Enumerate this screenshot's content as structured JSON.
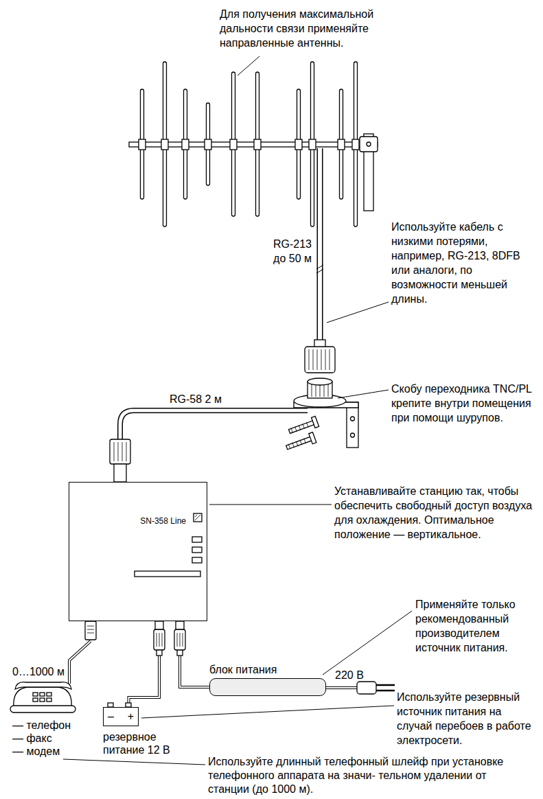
{
  "diagram": {
    "nodes": [
      {
        "text": [
          "SN-358 Line"
        ]
      },
      {
        "text": [
          "блок питания"
        ]
      },
      {
        "text": [
          "–",
          "+"
        ]
      }
    ],
    "edges": [
      {
        "from": 1,
        "to": 0,
        "arrow": "none"
      },
      {
        "from": 2,
        "to": 0,
        "arrow": "none"
      }
    ],
    "labels": [
      "Для получения максимальной дальности связи применяйте направленные антенны.",
      "RG-213 до 50 м",
      "Используйте кабель с низкими потерями, например, RG-213, 8DFB или аналоги, по возможности меньшей длины.",
      "Скобу переходника TNC/PL крепите внутри помещения при помощи шурупов.",
      "RG-58 2 м",
      "Устанавливайте станцию так, чтобы обеспечить свободный доступ воздуха для охлаждения. Оптимальное положение — вертикальное.",
      "Применяйте только рекомендованный производителем источник питания.",
      "220 В",
      "0…1000 м",
      "— телефон",
      "— факс",
      "— модем",
      "резервное питание 12 В",
      "Используйте резервный источник питания на случай перебоев в работе электросети.",
      "Используйте длинный телефонный шлейф при установке телефонного аппарата на значи- тельном удалении от станции (до 1000 м)."
    ]
  }
}
